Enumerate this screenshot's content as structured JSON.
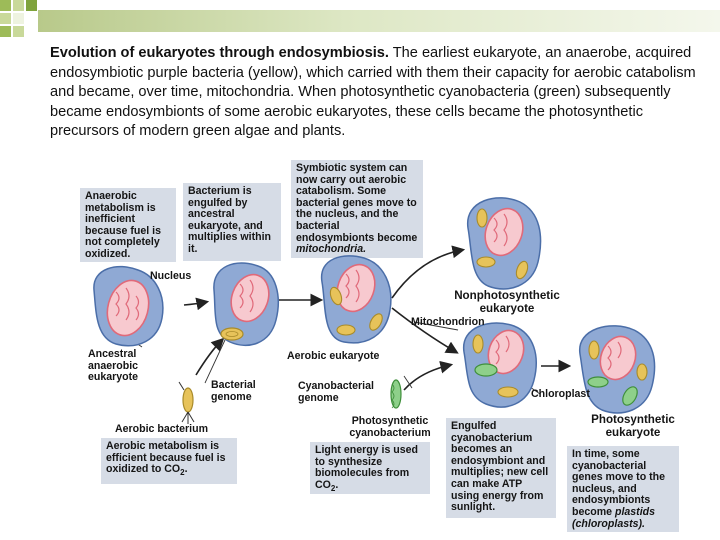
{
  "caption": {
    "title": "Evolution of eukaryotes through endosymbiosis.",
    "body": " The earliest eukaryote, an anaerobe, acquired endosymbiotic purple bacteria (yellow), which carried with them their capacity for aerobic catabolism and became, over time, mitochondria. When photosynthetic cyanobacteria (green) subsequently became endosymbionts of some aerobic eukaryotes, these cells became the photosynthetic precursors of modern green algae and plants."
  },
  "notes": {
    "anaerobic": "Anaerobic metabolism is inefficient because fuel is not completely oxidized.",
    "engulfed": "Bacterium is engulfed by ancestral eukaryote, and multiplies within it.",
    "symbiotic_lead": "Symbiotic system can now carry out aerobic catabolism. Some bacterial genes move to the nucleus, and the bacterial endosymbionts become ",
    "symbiotic_em": "mitochondria.",
    "aerobic_efficient_lead": "Aerobic metabolism is efficient because fuel is oxidized to CO",
    "aerobic_efficient_sub": "2",
    "aerobic_efficient_tail": ".",
    "light_lead": "Light energy is used to synthesize biomolecules from CO",
    "light_sub": "2",
    "light_tail": ".",
    "cyano_engulfed": "Engulfed cyanobacterium becomes an endosymbiont and multiplies; new cell can make ATP using energy from sunlight.",
    "time_lead": "In time, some cyanobacterial genes move to the nucleus, and endosymbionts become ",
    "time_em": "plastids (chloroplasts)."
  },
  "labels": {
    "nucleus": "Nucleus",
    "ancestral": "Ancestral anaerobic eukaryote",
    "bacterial_genome": "Bacterial genome",
    "aerobic_bacterium": "Aerobic bacterium",
    "aerobic_eukaryote": "Aerobic eukaryote",
    "nonphoto": "Nonphotosynthetic eukaryote",
    "mitochondrion": "Mitochondrion",
    "cyano_genome": "Cyanobacterial genome",
    "photo_cyano": "Photosynthetic cyanobacterium",
    "chloroplast": "Chloroplast",
    "photo_euk": "Photosynthetic eukaryote"
  },
  "colors": {
    "cell": "#8fa9d4",
    "cell_edge": "#4b6ea8",
    "nucleus": "#e06a7a",
    "nucleus_fill": "#f7c9cf",
    "mito": "#e7c35a",
    "chloro": "#8ed08a",
    "note_bg": "#d6dce6",
    "accent_green": "#b8c98a",
    "arrow": "#222222"
  }
}
